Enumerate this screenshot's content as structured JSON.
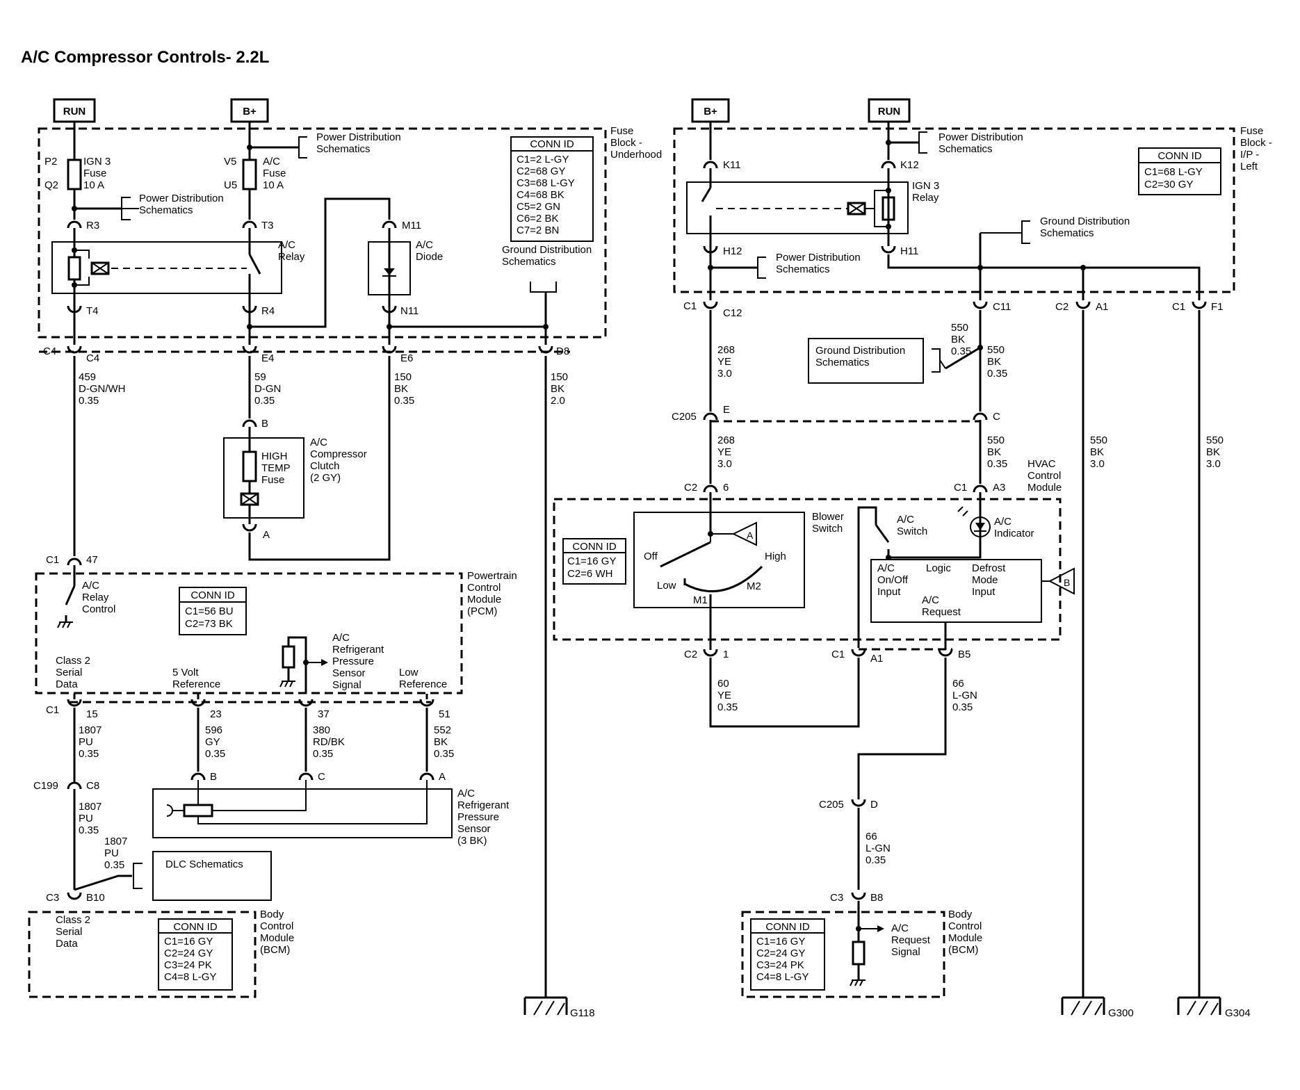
{
  "title": "A/C Compressor Controls- 2.2L",
  "power": {
    "run": "RUN",
    "bplus": "B+"
  },
  "labels": {
    "pds": [
      "Power Distribution",
      "Schematics"
    ],
    "gds": [
      "Ground Distribution",
      "Schematics"
    ],
    "fuse_ub": [
      "Fuse",
      "Block -",
      "Underhood"
    ],
    "fuse_ip": [
      "Fuse",
      "Block -",
      "I/P -",
      "Left"
    ],
    "ign3_fuse": [
      "IGN 3",
      "Fuse",
      "10 A"
    ],
    "ac_fuse": [
      "A/C",
      "Fuse",
      "10 A"
    ],
    "ac_relay": [
      "A/C",
      "Relay"
    ],
    "ac_diode": [
      "A/C",
      "Diode"
    ],
    "ign3_relay": [
      "IGN 3",
      "Relay"
    ],
    "clutch": [
      "A/C",
      "Compressor",
      "Clutch",
      "(2 GY)"
    ],
    "high_temp": [
      "HIGH",
      "TEMP",
      "Fuse"
    ],
    "pcm": [
      "Powertrain",
      "Control",
      "Module",
      "(PCM)"
    ],
    "relay_ctrl": [
      "A/C",
      "Relay",
      "Control"
    ],
    "ref_sig": [
      "A/C",
      "Refrigerant",
      "Pressure",
      "Sensor",
      "Signal"
    ],
    "class2": [
      "Class 2",
      "Serial",
      "Data"
    ],
    "five_volt": [
      "5 Volt",
      "Reference"
    ],
    "low_ref": [
      "Low",
      "Reference"
    ],
    "ref_sensor": [
      "A/C",
      "Refrigerant",
      "Pressure",
      "Sensor",
      "(3 BK)"
    ],
    "dlc": "DLC Schematics",
    "bcm": [
      "Body",
      "Control",
      "Module",
      "(BCM)"
    ],
    "blower": [
      "Blower",
      "Switch"
    ],
    "hvac": [
      "HVAC",
      "Control",
      "Module"
    ],
    "ac_switch": [
      "A/C",
      "Switch"
    ],
    "ac_indicator": [
      "A/C",
      "Indicator"
    ],
    "onoff": [
      "A/C",
      "On/Off",
      "Input"
    ],
    "logic": "Logic",
    "defrost": [
      "Defrost",
      "Mode",
      "Input"
    ],
    "ac_request": [
      "A/C",
      "Request"
    ],
    "ac_req_sig": [
      "A/C",
      "Request",
      "Signal"
    ],
    "off": "Off",
    "low": "Low",
    "high": "High",
    "m1": "M1",
    "m2": "M2",
    "a": "A",
    "b": "B"
  },
  "conn_ids": {
    "title": "CONN ID",
    "underhood": [
      "C1=2 L-GY",
      "C2=68 GY",
      "C3=68 L-GY",
      "C4=68 BK",
      "C5=2 GN",
      "C6=2 BK",
      "C7=2 BN"
    ],
    "ip": [
      "C1=68 L-GY",
      "C2=30 GY"
    ],
    "pcm": [
      "C1=56 BU",
      "C2=73 BK"
    ],
    "blower": [
      "C1=16 GY",
      "C2=6 WH"
    ],
    "bcm_left": [
      "C1=16 GY",
      "C2=24 GY",
      "C3=24 PK",
      "C4=8 L-GY"
    ],
    "bcm_right": [
      "C1=16 GY",
      "C2=24 GY",
      "C3=24 PK",
      "C4=8 L-GY"
    ]
  },
  "pins": {
    "P2": "P2",
    "Q2": "Q2",
    "V5": "V5",
    "U5": "U5",
    "R3": "R3",
    "T3": "T3",
    "M11": "M11",
    "T4": "T4",
    "R4": "R4",
    "N11": "N11",
    "C4": "C4",
    "E4": "E4",
    "E6": "E6",
    "D8": "D8",
    "B": "B",
    "A": "A",
    "C1": "C1",
    "p47": "47",
    "p15": "15",
    "p23": "23",
    "p37": "37",
    "p51": "51",
    "C": "C",
    "C199": "C199",
    "C8": "C8",
    "C3": "C3",
    "B10": "B10",
    "K11": "K11",
    "K12": "K12",
    "H12": "H12",
    "H11": "H11",
    "C12": "C12",
    "C11": "C11",
    "C2": "C2",
    "A1": "A1",
    "F1": "F1",
    "C205": "C205",
    "E": "E",
    "p6": "6",
    "A3": "A3",
    "p1": "1",
    "B5": "B5",
    "D": "D",
    "B8": "B8"
  },
  "wires": {
    "w459": [
      "459",
      "D-GN/WH",
      "0.35"
    ],
    "w59": [
      "59",
      "D-GN",
      "0.35"
    ],
    "w150a": [
      "150",
      "BK",
      "0.35"
    ],
    "w150b": [
      "150",
      "BK",
      "2.0"
    ],
    "w1807a": [
      "1807",
      "PU",
      "0.35"
    ],
    "w596": [
      "596",
      "GY",
      "0.35"
    ],
    "w380": [
      "380",
      "RD/BK",
      "0.35"
    ],
    "w552": [
      "552",
      "BK",
      "0.35"
    ],
    "w1807b": [
      "1807",
      "PU",
      "0.35"
    ],
    "w1807c": [
      "1807",
      "PU",
      "0.35"
    ],
    "w268a": [
      "268",
      "YE",
      "3.0"
    ],
    "w268b": [
      "268",
      "YE",
      "3.0"
    ],
    "w550a": [
      "550",
      "BK",
      "0.35"
    ],
    "w550b": [
      "550",
      "BK",
      "0.35"
    ],
    "w550c": [
      "550",
      "BK",
      "0.35"
    ],
    "w550d": [
      "550",
      "BK",
      "3.0"
    ],
    "w550e": [
      "550",
      "BK",
      "3.0"
    ],
    "w60": [
      "60",
      "YE",
      "0.35"
    ],
    "w66a": [
      "66",
      "L-GN",
      "0.35"
    ],
    "w66b": [
      "66",
      "L-GN",
      "0.35"
    ]
  },
  "grounds": {
    "g118": "G118",
    "g300": "G300",
    "g304": "G304"
  }
}
